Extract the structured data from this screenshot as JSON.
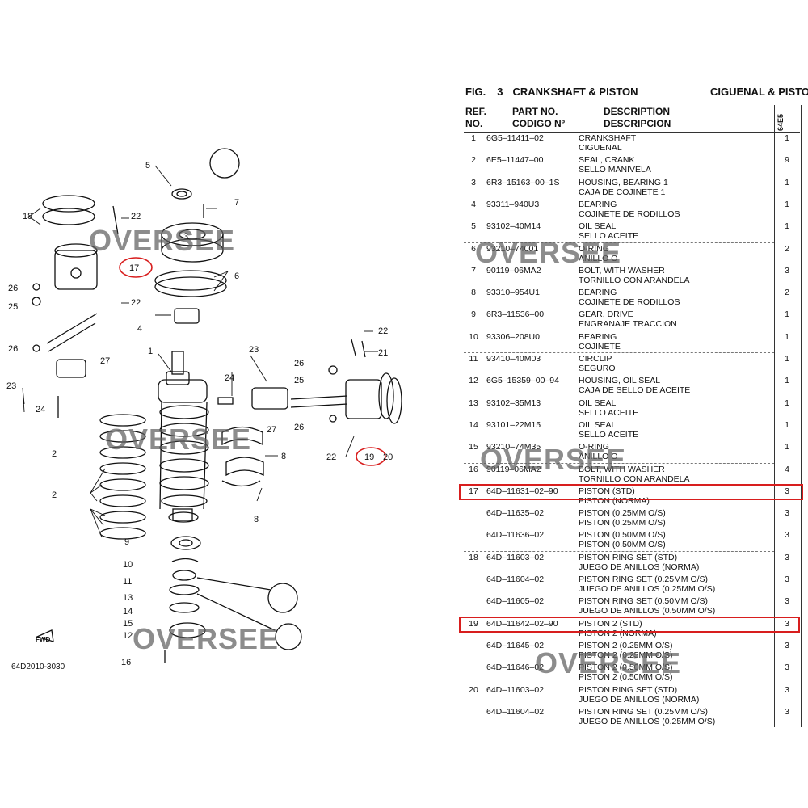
{
  "figure": {
    "label": "FIG.",
    "number": "3",
    "title_en": "CRANKSHAFT & PISTON",
    "title_es": "CIGUENAL & PISTO"
  },
  "headers": {
    "ref": [
      "REF.",
      "NO."
    ],
    "part": [
      "PART NO.",
      "CODIGO Nº"
    ],
    "desc": [
      "DESCRIPTION",
      "DESCRIPCION"
    ],
    "model": "64E5"
  },
  "rows": [
    {
      "ref": "1",
      "part": "6G5–11411–02",
      "en": "CRANKSHAFT",
      "es": "CIGUENAL",
      "qty": "1"
    },
    {
      "ref": "2",
      "part": "6E5–11447–00",
      "en": "SEAL, CRANK",
      "es": "SELLO MANIVELA",
      "qty": "9"
    },
    {
      "ref": "3",
      "part": "6R3–15163–00–1S",
      "en": "HOUSING, BEARING 1",
      "es": "CAJA DE COJINETE 1",
      "qty": "1"
    },
    {
      "ref": "4",
      "part": "93311–940U3",
      "en": "BEARING",
      "es": "COJINETE DE RODILLOS",
      "qty": "1"
    },
    {
      "ref": "5",
      "part": "93102–40M14",
      "en": "OIL SEAL",
      "es": "SELLO ACEITE",
      "qty": "1"
    },
    {
      "ref": "6",
      "part": "93210–74001",
      "en": "O-RING",
      "es": "ANILLO O",
      "qty": "2"
    },
    {
      "ref": "7",
      "part": "90119–06MA2",
      "en": "BOLT, WITH WASHER",
      "es": "TORNILLO CON ARANDELA",
      "qty": "3"
    },
    {
      "ref": "8",
      "part": "93310–954U1",
      "en": "BEARING",
      "es": "COJINETE DE RODILLOS",
      "qty": "2"
    },
    {
      "ref": "9",
      "part": "6R3–11536–00",
      "en": "GEAR, DRIVE",
      "es": "ENGRANAJE TRACCION",
      "qty": "1"
    },
    {
      "ref": "10",
      "part": "93306–208U0",
      "en": "BEARING",
      "es": "COJINETE",
      "qty": "1"
    },
    {
      "ref": "11",
      "part": "93410–40M03",
      "en": "CIRCLIP",
      "es": "SEGURO",
      "qty": "1"
    },
    {
      "ref": "12",
      "part": "6G5–15359–00–94",
      "en": "HOUSING, OIL SEAL",
      "es": "CAJA DE SELLO DE ACEITE",
      "qty": "1"
    },
    {
      "ref": "13",
      "part": "93102–35M13",
      "en": "OIL SEAL",
      "es": "SELLO ACEITE",
      "qty": "1"
    },
    {
      "ref": "14",
      "part": "93101–22M15",
      "en": "OIL SEAL",
      "es": "SELLO ACEITE",
      "qty": "1"
    },
    {
      "ref": "15",
      "part": "93210–74M35",
      "en": "O-RING",
      "es": "ANILLO O",
      "qty": "1"
    },
    {
      "ref": "16",
      "part": "90119–06MA2",
      "en": "BOLT, WITH WASHER",
      "es": "TORNILLO CON ARANDELA",
      "qty": "4"
    },
    {
      "ref": "17",
      "part": "64D–11631–02–90",
      "en": "PISTON (STD)",
      "es": "PISTON (NORMA)",
      "qty": "3"
    },
    {
      "ref": "",
      "part": "64D–11635–02",
      "en": "PISTON (0.25MM O/S)",
      "es": "PISTON (0.25MM O/S)",
      "qty": "3"
    },
    {
      "ref": "",
      "part": "64D–11636–02",
      "en": "PISTON (0.50MM O/S)",
      "es": "PISTON (0.50MM O/S)",
      "qty": "3"
    },
    {
      "ref": "18",
      "part": "64D–11603–02",
      "en": "PISTON RING SET (STD)",
      "es": "JUEGO DE ANILLOS (NORMA)",
      "qty": "3"
    },
    {
      "ref": "",
      "part": "64D–11604–02",
      "en": "PISTON RING SET (0.25MM O/S)",
      "es": "JUEGO DE ANILLOS (0.25MM O/S)",
      "qty": "3"
    },
    {
      "ref": "",
      "part": "64D–11605–02",
      "en": "PISTON RING SET (0.50MM O/S)",
      "es": "JUEGO DE ANILLOS (0.50MM O/S)",
      "qty": "3"
    },
    {
      "ref": "19",
      "part": "64D–11642–02–90",
      "en": "PISTON 2 (STD)",
      "es": "PISTON 2 (NORMA)",
      "qty": "3"
    },
    {
      "ref": "",
      "part": "64D–11645–02",
      "en": "PISTON 2 (0.25MM O/S)",
      "es": "PISTON 2 (0.25MM O/S)",
      "qty": "3"
    },
    {
      "ref": "",
      "part": "64D–11646–02",
      "en": "PISTON 2 (0.50MM O/S)",
      "es": "PISTON 2 (0.50MM O/S)",
      "qty": "3"
    },
    {
      "ref": "20",
      "part": "64D–11603–02",
      "en": "PISTON RING SET (STD)",
      "es": "JUEGO DE ANILLOS (NORMA)",
      "qty": "3"
    },
    {
      "ref": "",
      "part": "64D–11604–02",
      "en": "PISTON RING SET (0.25MM O/S)",
      "es": "JUEGO DE ANILLOS (0.25MM O/S)",
      "qty": "3"
    }
  ],
  "highlight_color": "#d81e1e",
  "highlighted_refs": [
    "17",
    "19"
  ],
  "diagram": {
    "drawing_code": "64D2010-3030",
    "fwd_label": "FWD",
    "callouts": [
      "1",
      "2",
      "3",
      "4",
      "5",
      "6",
      "7",
      "8",
      "9",
      "10",
      "11",
      "12",
      "13",
      "14",
      "15",
      "16",
      "17",
      "18",
      "19",
      "20",
      "21",
      "22",
      "23",
      "24",
      "25",
      "26",
      "27"
    ]
  },
  "watermark": "OVERSEE"
}
